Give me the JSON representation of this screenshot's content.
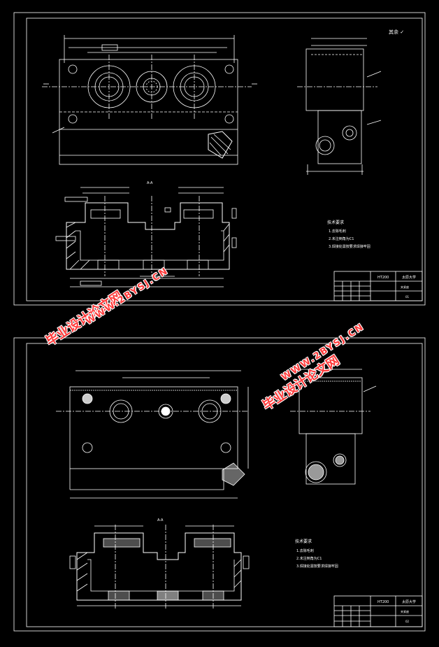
{
  "sheets": [
    {
      "notes_title": "技术要求",
      "notes": [
        "1.去除毛刺",
        "2.未注倒角为C1",
        "3.焊接处需按要求焊接牢固"
      ],
      "section_label": "A-A",
      "title_block": {
        "school": "太原大学",
        "part": "HT200",
        "drawing": "夹紧座",
        "sheet_no": "01"
      },
      "roughness_mark": "其余 ✓"
    },
    {
      "notes_title": "技术要求",
      "notes": [
        "1.去除毛刺",
        "2.未注倒角为C1",
        "3.焊接处需按要求焊接牢固"
      ],
      "section_label": "A-A",
      "title_block": {
        "school": "太原大学",
        "part": "HT200",
        "drawing": "夹紧座",
        "sheet_no": "02"
      }
    }
  ],
  "watermark": {
    "cn": "毕业设计论文网",
    "url": "WWW.2BYSJ.CN"
  },
  "colors": {
    "background": "#000000",
    "frame": "#ffffff",
    "dimension": "#ffffff",
    "hatch": "#ffffff",
    "watermark": "#ff3b3b"
  }
}
